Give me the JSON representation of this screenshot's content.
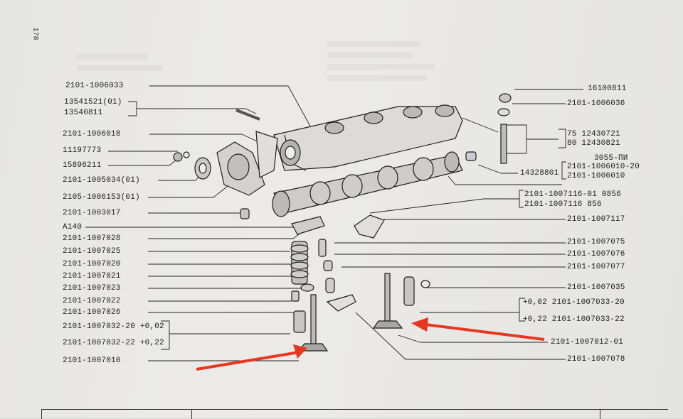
{
  "page_number": "178",
  "left_labels": [
    {
      "id": "l1",
      "text": "2101-1006033"
    },
    {
      "id": "l2",
      "text": "13541521(01)"
    },
    {
      "id": "l3",
      "text": "13540811"
    },
    {
      "id": "l4",
      "text": "2101-1006018"
    },
    {
      "id": "l5",
      "text": "11197773"
    },
    {
      "id": "l6",
      "text": "15896211"
    },
    {
      "id": "l7",
      "text": "2101-1005034(01)"
    },
    {
      "id": "l8",
      "text": "2105-1006153(01)"
    },
    {
      "id": "l9",
      "text": "2101-1003017"
    },
    {
      "id": "l10",
      "text": "A140"
    },
    {
      "id": "l11",
      "text": "2101-1007028"
    },
    {
      "id": "l12",
      "text": "2101-1007025"
    },
    {
      "id": "l13",
      "text": "2101-1007020"
    },
    {
      "id": "l14",
      "text": "2101-1007021"
    },
    {
      "id": "l15",
      "text": "2101-1007023"
    },
    {
      "id": "l16",
      "text": "2101-1007022"
    },
    {
      "id": "l17",
      "text": "2101-1007026"
    },
    {
      "id": "l18",
      "text": "2101-1007032-20 +0,02"
    },
    {
      "id": "l19",
      "text": "2101-1007032-22 +0,22"
    },
    {
      "id": "l20",
      "text": "2101-1007010"
    }
  ],
  "right_labels": [
    {
      "id": "r1",
      "text": "16100811"
    },
    {
      "id": "r2",
      "text": "2101-1006036"
    },
    {
      "id": "r3",
      "text": "75  12430721"
    },
    {
      "id": "r4",
      "text": "80  12430821"
    },
    {
      "id": "r5",
      "text": "3055-ПИ"
    },
    {
      "id": "r6",
      "text": "14328801"
    },
    {
      "id": "r7",
      "text": "2101-1006010-20"
    },
    {
      "id": "r8",
      "text": "2101-1006010"
    },
    {
      "id": "r9",
      "text": "2101-1007116-01  0856"
    },
    {
      "id": "r10",
      "text": "2101-1007116     856"
    },
    {
      "id": "r11",
      "text": "2101-1007117"
    },
    {
      "id": "r12",
      "text": "2101-1007075"
    },
    {
      "id": "r13",
      "text": "2101-1007076"
    },
    {
      "id": "r14",
      "text": "2101-1007077"
    },
    {
      "id": "r15",
      "text": "2101-1007035"
    },
    {
      "id": "r16",
      "text": "+0,02  2101-1007033-20"
    },
    {
      "id": "r17",
      "text": "+0,22  2101-1007033-22"
    },
    {
      "id": "r18",
      "text": "2101-1007012-01"
    },
    {
      "id": "r19",
      "text": "2101-1007078"
    }
  ],
  "annotations": {
    "arrow_color": "#e8371e",
    "arrow_count": 2
  }
}
